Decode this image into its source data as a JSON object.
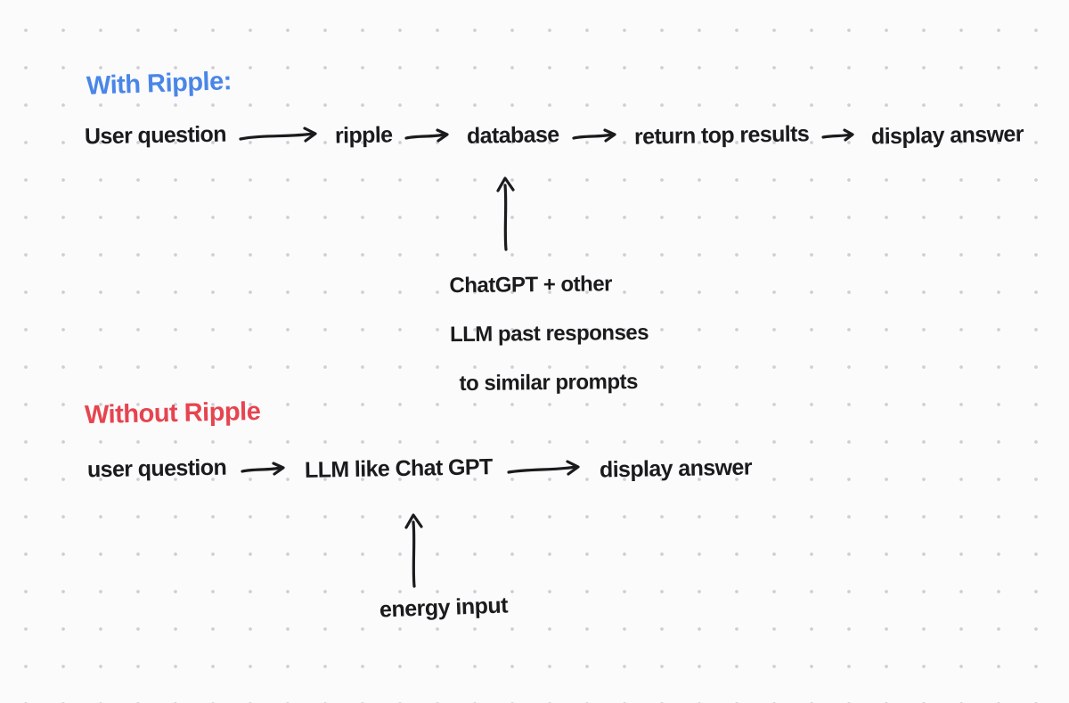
{
  "colors": {
    "ink": "#1b1b1d",
    "blue": "#4a86e8",
    "red": "#e6444f",
    "dot": "#cfcfd4",
    "background": "#fbfbfc"
  },
  "icons": {
    "arrow_right": "→",
    "arrow_up": "↑"
  },
  "with_ripple": {
    "title": "With Ripple:",
    "flow": [
      "User question",
      "ripple",
      "database",
      "return top results",
      "display answer"
    ],
    "annotation": [
      "ChatGPT + other",
      "LLM past responses",
      "to similar prompts"
    ]
  },
  "without_ripple": {
    "title": "Without Ripple",
    "flow": [
      "user question",
      "LLM like Chat GPT",
      "display answer"
    ],
    "annotation": [
      "energy input"
    ]
  }
}
